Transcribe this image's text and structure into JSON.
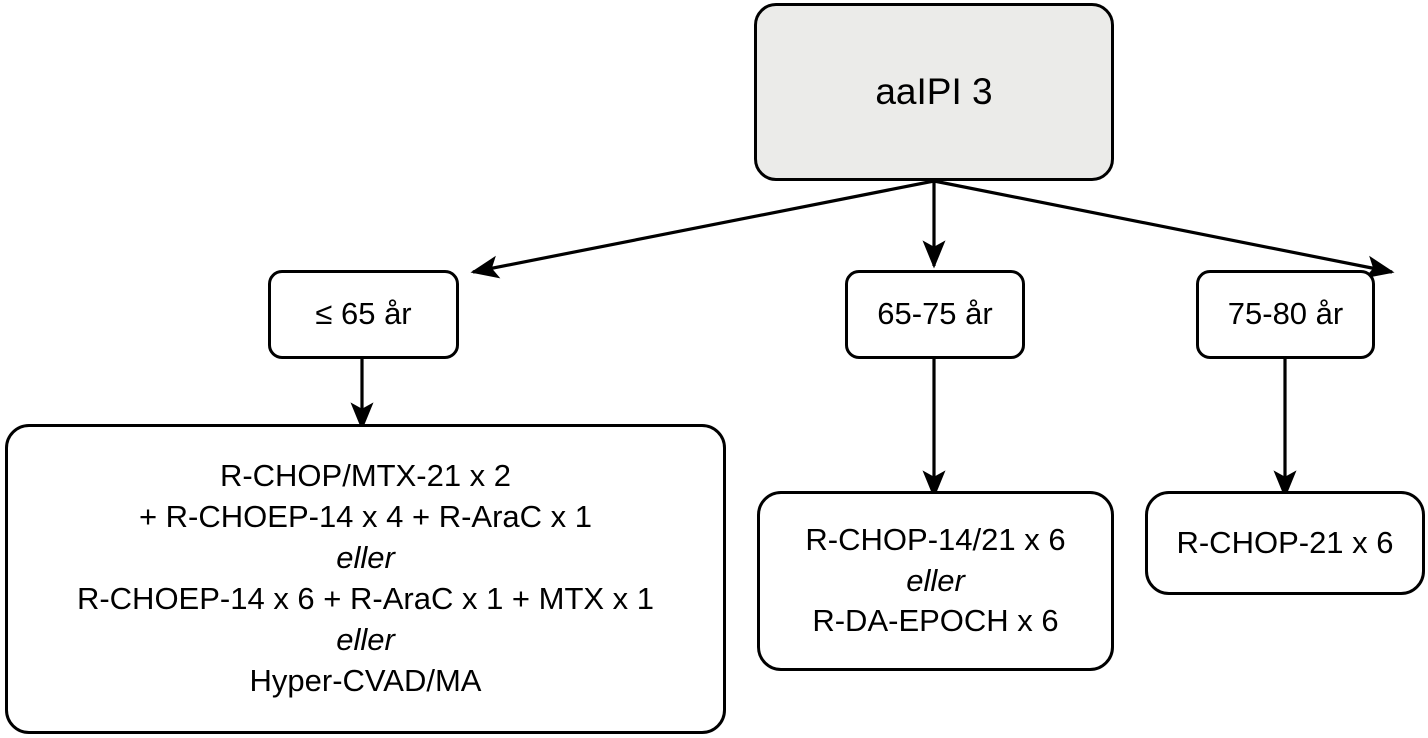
{
  "diagram": {
    "title": "aaIPI 3 treatment algorithm",
    "language": "no",
    "colors": {
      "root_fill": "#ebebe9",
      "node_fill": "#ffffff",
      "stroke": "#000000",
      "text": "#000000"
    },
    "root": {
      "label": "aaIPI 3"
    },
    "age_groups": [
      {
        "id": "age-le-65",
        "label": "≤ 65 år"
      },
      {
        "id": "age-65-75",
        "label": "65-75 år"
      },
      {
        "id": "age-75-80",
        "label": "75-80 år"
      }
    ],
    "treatments": [
      {
        "id": "tx-le-65",
        "for": "≤ 65 år",
        "lines": [
          {
            "text": "R-CHOP/MTX-21 x 2",
            "italic": false
          },
          {
            "text": "+ R-CHOEP-14 x 4 + R-AraC x 1",
            "italic": false
          },
          {
            "text": "eller",
            "italic": true
          },
          {
            "text": "R-CHOEP-14 x 6 + R-AraC x 1 + MTX x 1",
            "italic": false
          },
          {
            "text": "eller",
            "italic": true
          },
          {
            "text": "Hyper-CVAD/MA",
            "italic": false
          }
        ]
      },
      {
        "id": "tx-65-75",
        "for": "65-75 år",
        "lines": [
          {
            "text": "R-CHOP-14/21 x 6",
            "italic": false
          },
          {
            "text": "eller",
            "italic": true
          },
          {
            "text": "R-DA-EPOCH x 6",
            "italic": false
          }
        ]
      },
      {
        "id": "tx-75-80",
        "for": "75-80 år",
        "lines": [
          {
            "text": "R-CHOP-21 x 6",
            "italic": false
          }
        ]
      }
    ],
    "edges": [
      {
        "id": "edge-root-to-le-65",
        "from": "aaIPI 3",
        "to": "≤ 65 år",
        "arrow": "end"
      },
      {
        "id": "edge-root-to-65-75",
        "from": "aaIPI 3",
        "to": "65-75 år",
        "arrow": "end"
      },
      {
        "id": "edge-root-to-75-80",
        "from": "aaIPI 3",
        "to": "75-80 år",
        "arrow": "end"
      },
      {
        "id": "edge-le-65-to-tx",
        "from": "≤ 65 år",
        "to": "tx-le-65",
        "arrow": "end"
      },
      {
        "id": "edge-65-75-to-tx",
        "from": "65-75 år",
        "to": "tx-65-75",
        "arrow": "end"
      },
      {
        "id": "edge-75-80-to-tx",
        "from": "75-80 år",
        "to": "tx-75-80",
        "arrow": "end"
      }
    ]
  }
}
